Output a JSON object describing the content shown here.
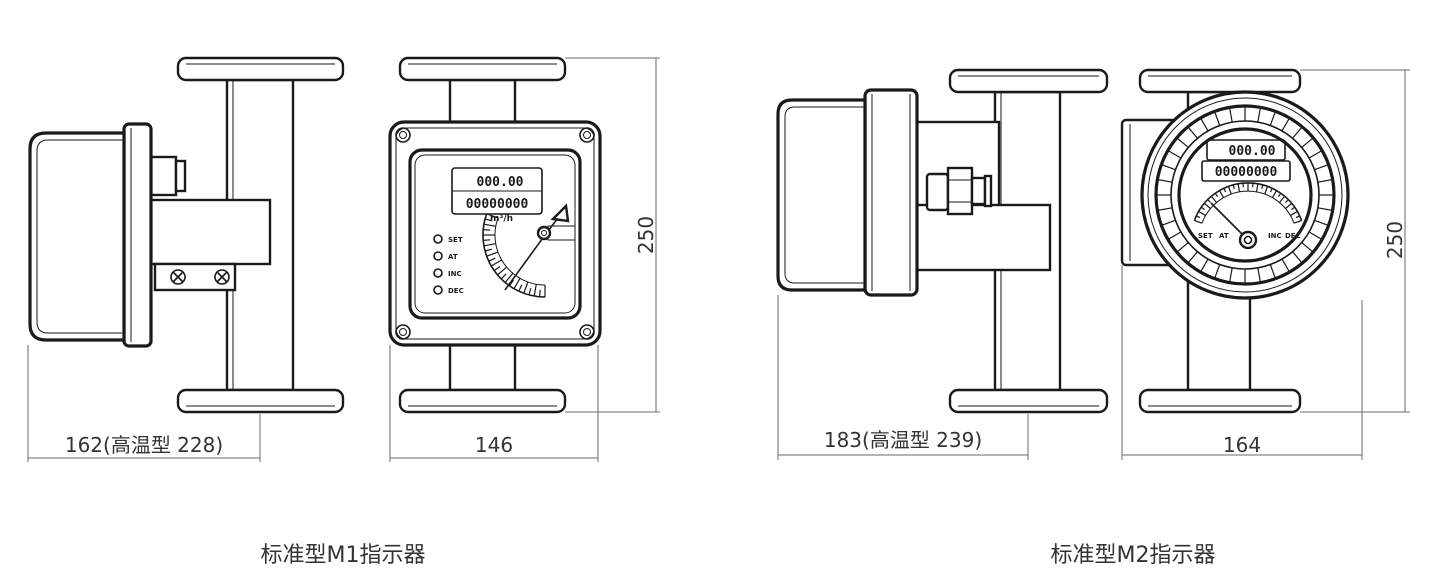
{
  "captions": {
    "m1": "标准型M1指示器",
    "m2": "标准型M2指示器"
  },
  "m1": {
    "side_width_label": "162(高温型 228)",
    "front_width_label": "146",
    "height_label": "250",
    "display_rate": "000.00",
    "display_total": "00000000",
    "unit": "m³/h",
    "led_labels": [
      "SET",
      "AT",
      "INC",
      "DEC"
    ]
  },
  "m2": {
    "side_width_label": "183(高温型 239)",
    "front_width_label": "164",
    "height_label": "250",
    "display_rate": "000.00",
    "display_total": "00000000",
    "indicator_labels": [
      "SET",
      "AT",
      "INC",
      "DEC"
    ]
  },
  "colors": {
    "line": "#1a1a1a",
    "dimension": "#6a6a6a",
    "caption": "#333333",
    "background": "#ffffff"
  }
}
